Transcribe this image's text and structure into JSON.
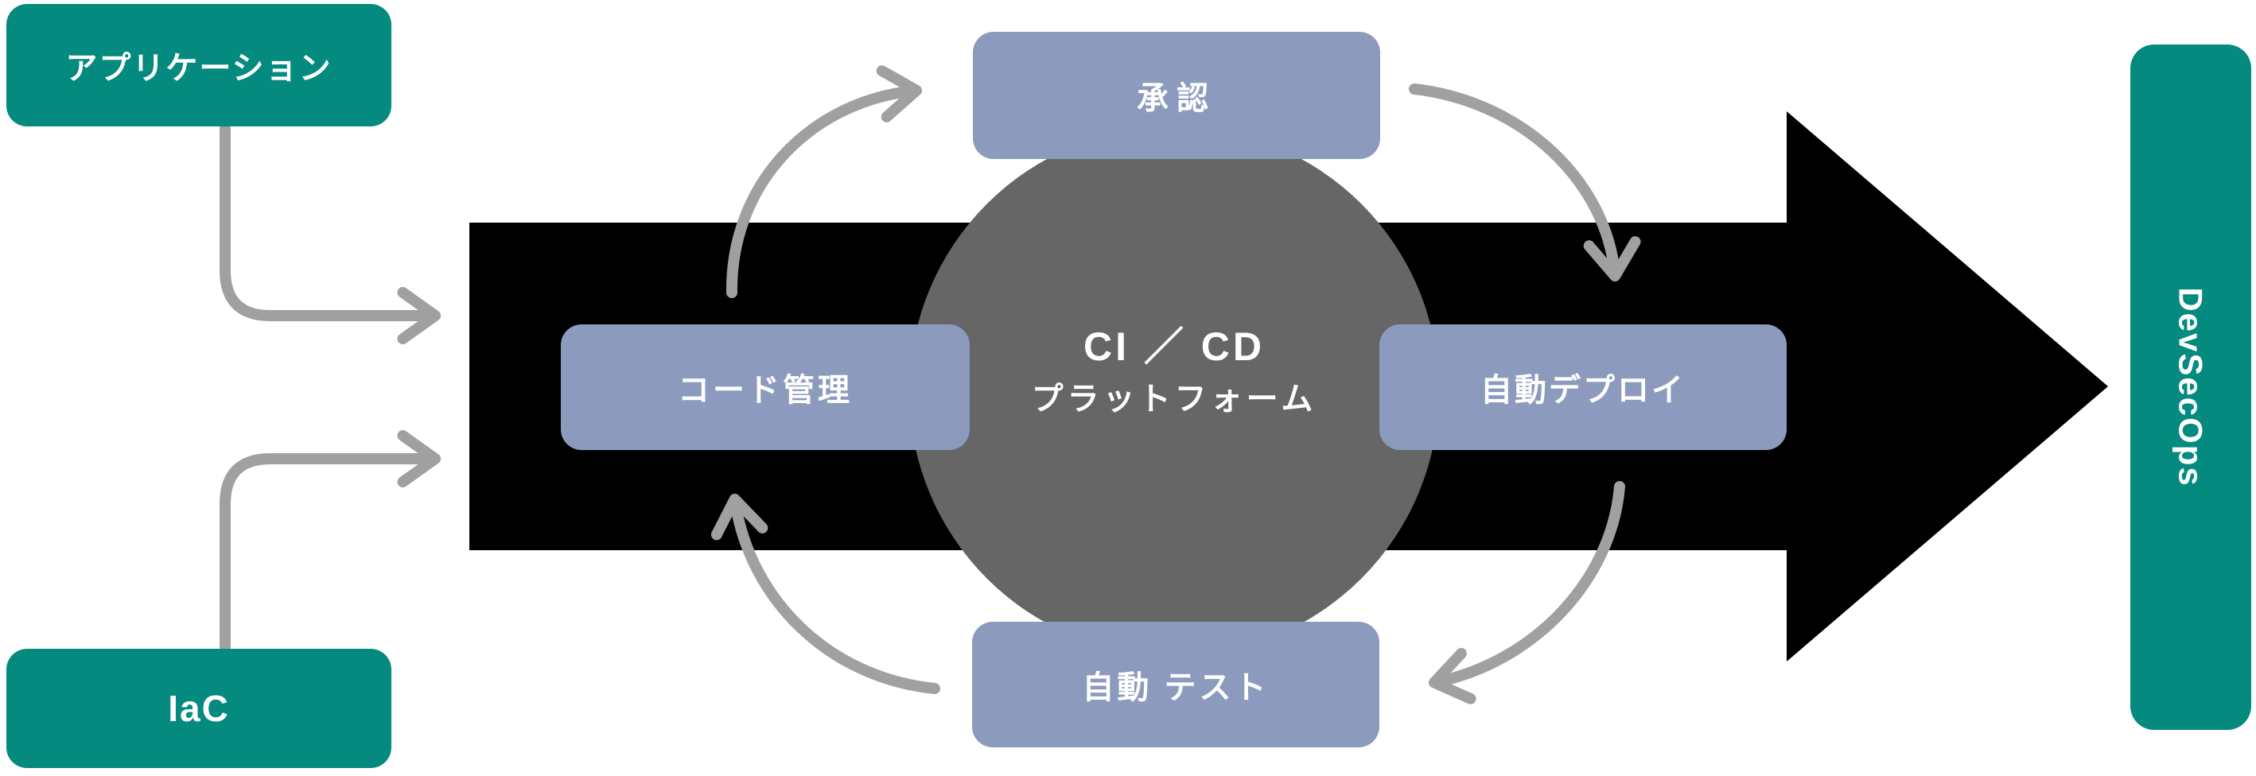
{
  "diagram": {
    "kind": "devsecops-cicd-pipeline",
    "sources": [
      {
        "id": "application",
        "label": "アプリケーション"
      },
      {
        "id": "iac",
        "label": "IaC"
      }
    ],
    "platform": {
      "line1": "CI ／ CD",
      "line2": "プラットフォーム"
    },
    "stages": [
      {
        "id": "approval",
        "position": "top",
        "label": "承認"
      },
      {
        "id": "deploy",
        "position": "right",
        "label": "自動デプロイ"
      },
      {
        "id": "test",
        "position": "bottom",
        "label": "自動 テスト"
      },
      {
        "id": "code",
        "position": "left",
        "label": "コード管理"
      }
    ],
    "outcome": {
      "id": "devsecops",
      "label": "DevSecOps"
    },
    "flow": {
      "main_arrow_direction": "right",
      "cycle_direction": "clockwise"
    },
    "colors": {
      "teal": "#048A7F",
      "blue_gray": "#8C9BBD",
      "circle_gray": "#666666",
      "arrow_gray": "#A0A0A0",
      "main_arrow_black": "#000000",
      "text_white": "#FFFFFF",
      "background": "#FFFFFF"
    }
  }
}
